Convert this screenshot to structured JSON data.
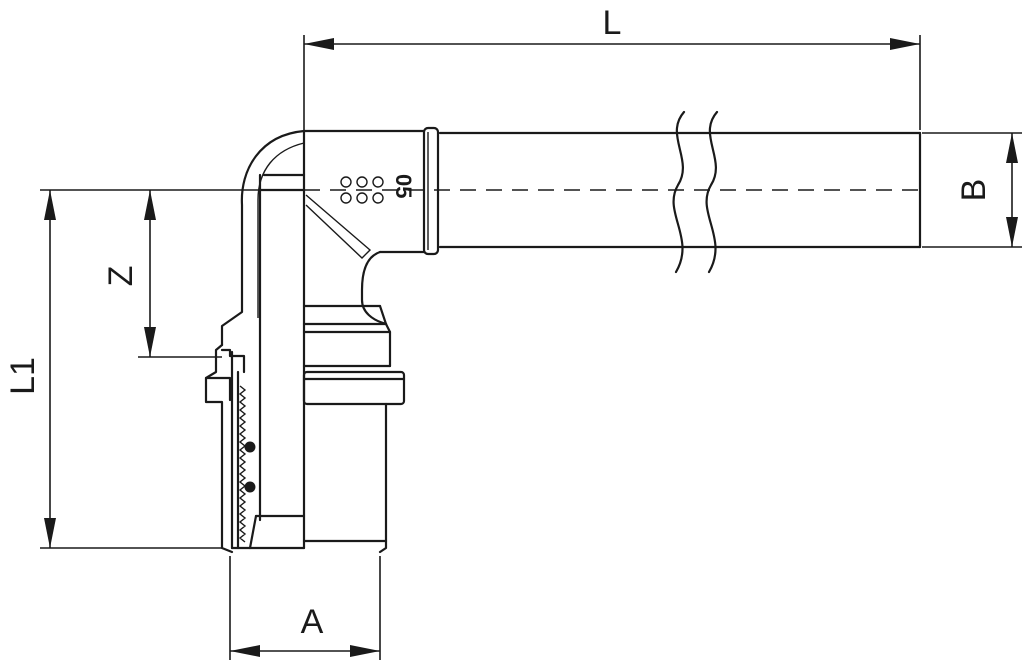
{
  "dimensions": {
    "L": "L",
    "B": "B",
    "Z": "Z",
    "L1": "L1",
    "A": "A"
  },
  "fitting_marking": "05"
}
